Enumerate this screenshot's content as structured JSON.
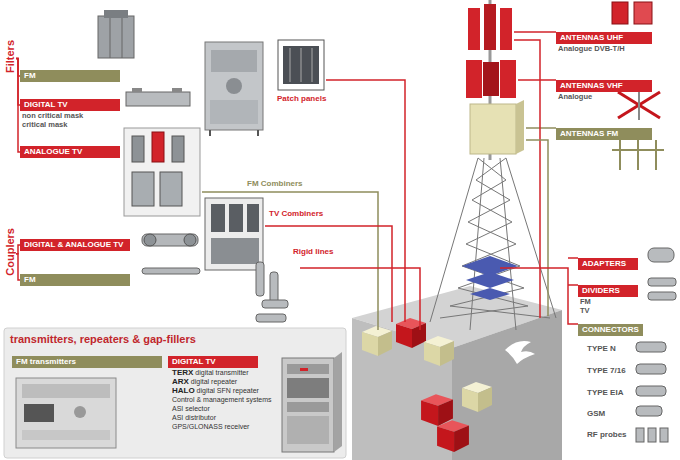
{
  "diagram": {
    "nodes": [
      {
        "text": [
          "Filters"
        ]
      },
      {
        "text": [
          "FM"
        ]
      },
      {
        "text": [
          "DIGITAL TV",
          "non critical mask",
          "critical mask"
        ]
      },
      {
        "text": [
          "ANALOGUE TV"
        ]
      },
      {
        "text": [
          "Couplers"
        ]
      },
      {
        "text": [
          "DIGITAL & ANALOGUE TV"
        ]
      },
      {
        "text": [
          "FM"
        ]
      },
      {
        "text": [
          "ANTENNAS UHF",
          "Analogue DVB-T/H"
        ]
      },
      {
        "text": [
          "ANTENNAS VHF",
          "Analogue"
        ]
      },
      {
        "text": [
          "ANTENNAS FM"
        ]
      },
      {
        "text": [
          "ADAPTERS"
        ]
      },
      {
        "text": [
          "DIVIDERS",
          "FM",
          "TV"
        ]
      },
      {
        "text": [
          "CONNECTORS"
        ]
      },
      {
        "text": [
          "transmitters, repeaters & gap-fillers"
        ]
      },
      {
        "text": [
          "FM transmitters"
        ],
        "in": 13
      },
      {
        "text": [
          "DIGITAL TV",
          "TERX digital transmitter",
          "ARX digital repeater",
          "HALO digital SFN repeater",
          "Control & management systems",
          "ASI selector",
          "ASI distributor",
          "GPS/GLONASS receiver"
        ],
        "in": 13
      }
    ],
    "edges": [
      {
        "from": 0,
        "to": 1,
        "arrow": "none"
      },
      {
        "from": 0,
        "to": 2,
        "arrow": "none"
      },
      {
        "from": 0,
        "to": 3,
        "arrow": "none"
      },
      {
        "from": 4,
        "to": 5,
        "arrow": "none"
      },
      {
        "from": 4,
        "to": 6,
        "arrow": "none"
      }
    ],
    "labels": [
      "Patch panels",
      "FM Combiners",
      "TV Combiners",
      "Rigid lines",
      "TYPE N",
      "TYPE 7/16",
      "TYPE EIA",
      "GSM",
      "RF probes"
    ]
  }
}
